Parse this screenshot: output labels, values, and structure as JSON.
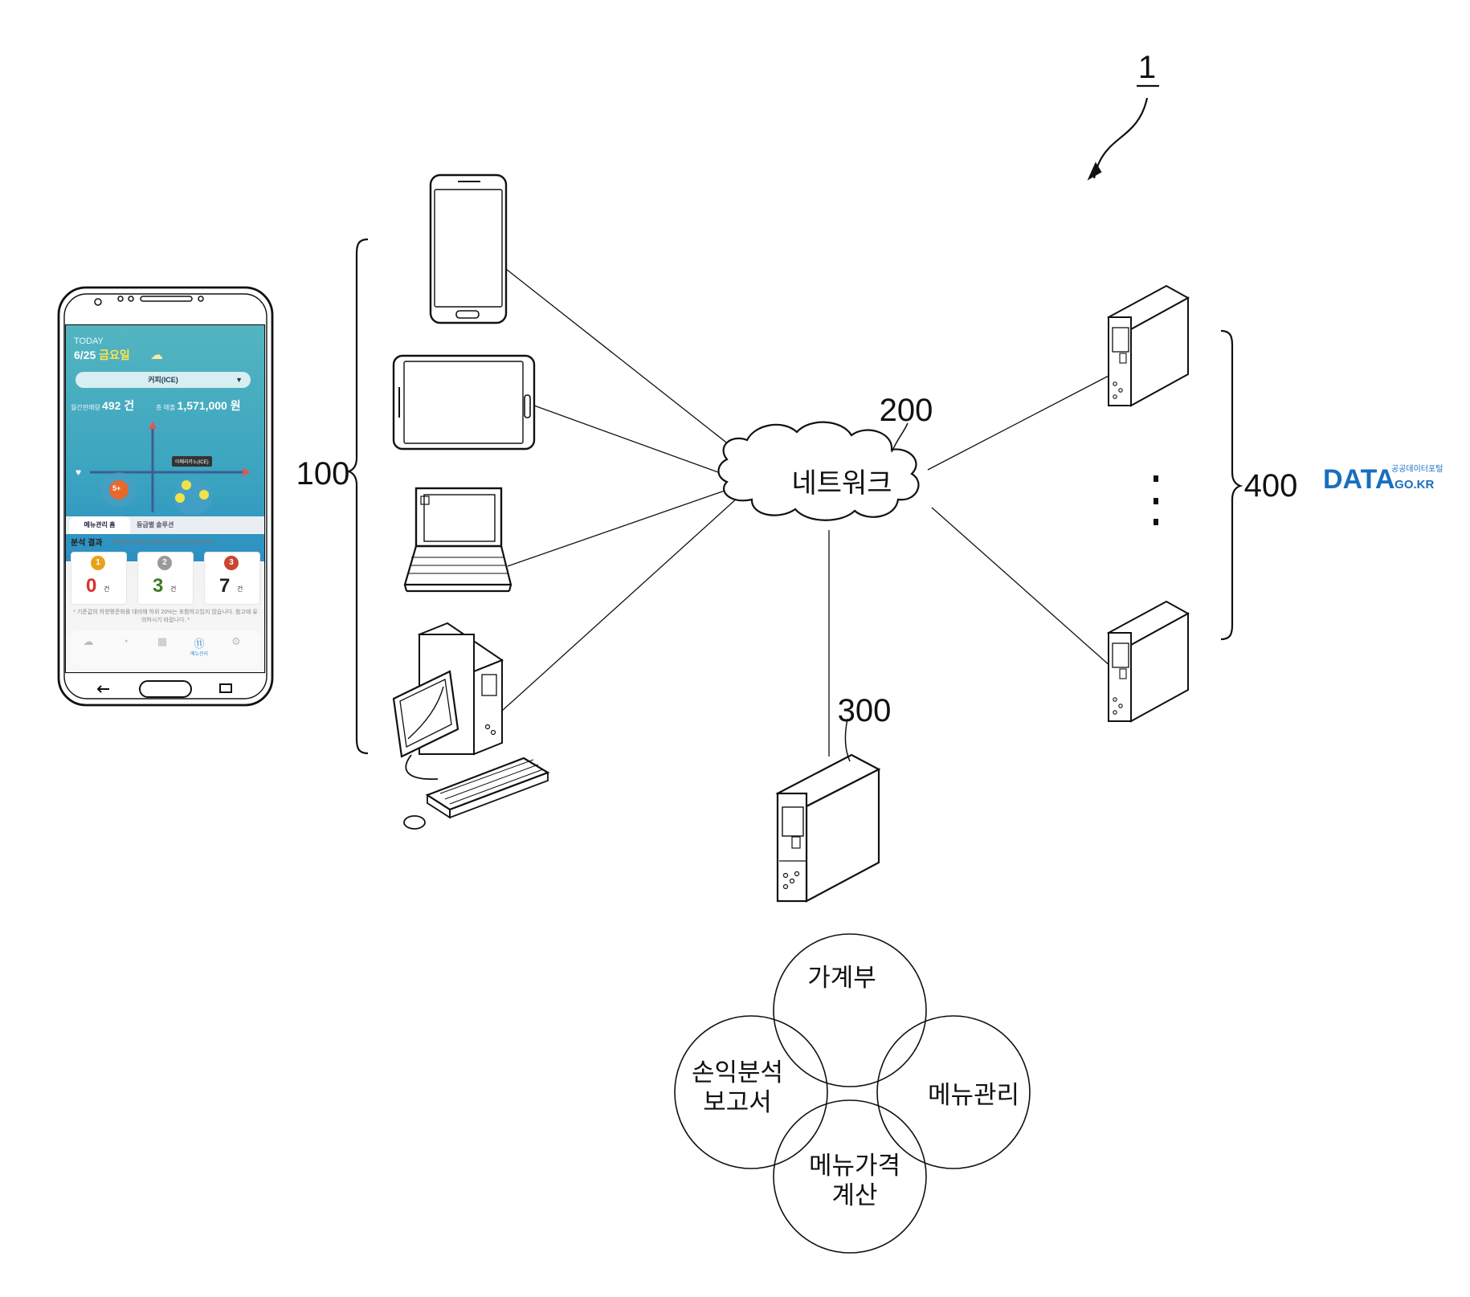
{
  "labels": {
    "system": "1",
    "clients": "100",
    "network_ref": "200",
    "network": "네트워크",
    "server": "300",
    "external": "400"
  },
  "modules": [
    "가계부",
    "손익분석\n보고서",
    "메뉴관리",
    "메뉴가격\n계산"
  ],
  "watermark": {
    "main": "DATA",
    "top": "공공데이터포털",
    "bottom": ".GO.KR",
    "color": "#1a6fbd"
  },
  "phone_app": {
    "today_label": "TODAY",
    "date": "6/25",
    "weekday": "금요일",
    "selected_menu": "커피(ICE)",
    "monthly_sales_label": "월간판매량",
    "monthly_sales_value": "492 건",
    "total_sales_label": "총 매출",
    "total_sales_value": "1,571,000 원",
    "chart_tag": "아메리카노(ICE)",
    "badge": "5+",
    "tab_active": "메뉴관리 홈",
    "tab_other": "등급별 솔루션",
    "analysis_title": "분석 결과",
    "analysis_hint": "메달을 클릭해 등급별 솔루션을 확인하세요!",
    "medals": [
      {
        "rank": "1",
        "count": "0",
        "unit": "건",
        "color": "#e8a21a",
        "count_color": "#d9302c"
      },
      {
        "rank": "2",
        "count": "3",
        "unit": "건",
        "color": "#9a9a9a",
        "count_color": "#3d7a25"
      },
      {
        "rank": "3",
        "count": "7",
        "unit": "건",
        "color": "#c8452f",
        "count_color": "#222222"
      }
    ],
    "footnote": "* 기준값의 하향평준화를 대비해 하위 20%는 포함하고있지 않습니다. 참고에 유의하시기 바랍니다. *",
    "nav": [
      {
        "label": "",
        "icon": "☁"
      },
      {
        "label": "",
        "icon": "◔"
      },
      {
        "label": "",
        "icon": "▦"
      },
      {
        "label": "메뉴관리",
        "icon": "⑪",
        "active": true
      },
      {
        "label": "",
        "icon": "⚙"
      }
    ]
  }
}
